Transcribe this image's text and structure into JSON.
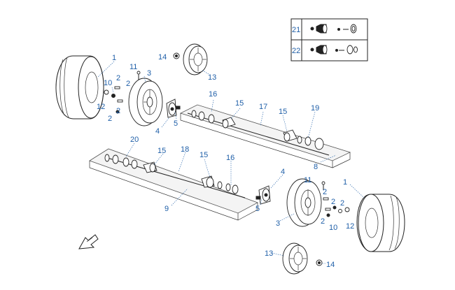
{
  "callouts": {
    "c1a": "1",
    "c1b": "1",
    "c2a": "2",
    "c2b": "2",
    "c2c": "2",
    "c2d": "2",
    "c2e": "2",
    "c2f": "2",
    "c2g": "2",
    "c2h": "2",
    "c3a": "3",
    "c3b": "3",
    "c4a": "4",
    "c4b": "4",
    "c5a": "5",
    "c5b": "5",
    "c8": "8",
    "c9": "9",
    "c10a": "10",
    "c10b": "10",
    "c11a": "11",
    "c11b": "11",
    "c12a": "12",
    "c12b": "12",
    "c13a": "13",
    "c13b": "13",
    "c14a": "14",
    "c14b": "14",
    "c15a": "15",
    "c15b": "15",
    "c15c": "15",
    "c15d": "15",
    "c16a": "16",
    "c16b": "16",
    "c17": "17",
    "c18": "18",
    "c19": "19",
    "c20": "20",
    "c21": "21",
    "c22": "22"
  },
  "icons": {
    "direction": "direction-arrow-icon"
  }
}
